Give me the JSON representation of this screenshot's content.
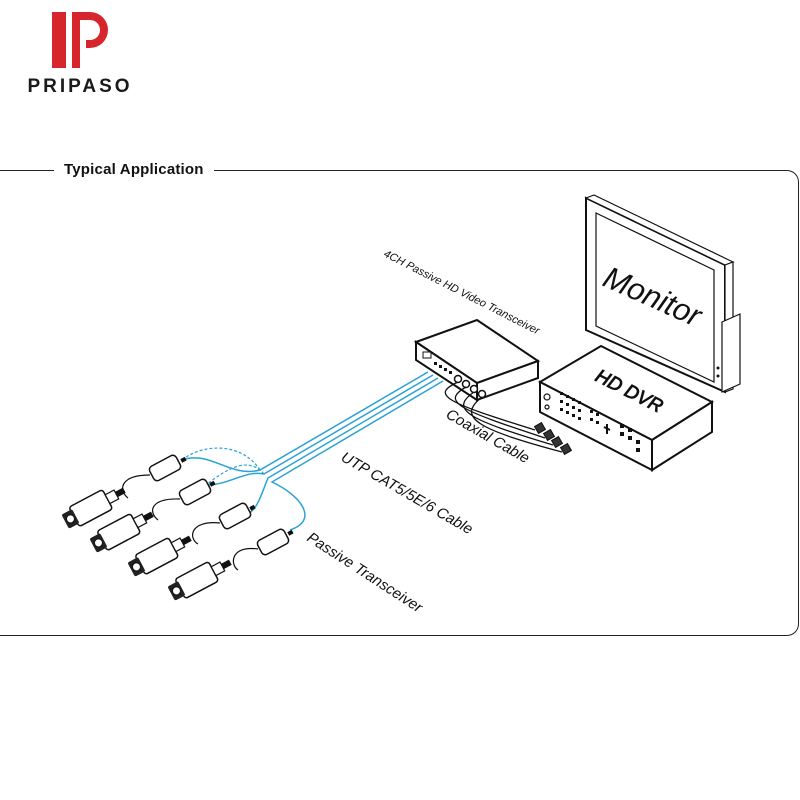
{
  "brand": {
    "name": "PRIPASO",
    "logo_letter": "P",
    "logo_color": "#d6262b"
  },
  "section": {
    "title": "Typical Application"
  },
  "labels": {
    "transceiver_4ch": "4CH Passive HD Video Transceiver",
    "monitor": "Monitor",
    "dvr": "HD DVR",
    "coaxial": "Coaxial Cable",
    "utp": "UTP CAT5/5E/6 Cable",
    "passive": "Passive Transceiver"
  },
  "colors": {
    "cable": "#2aa2d4",
    "line": "#111111",
    "screen_text": "#555555"
  },
  "icons": [
    "camera-icon",
    "passive-balun-icon",
    "video-transceiver-hub-icon",
    "monitor-icon",
    "dvr-icon"
  ]
}
